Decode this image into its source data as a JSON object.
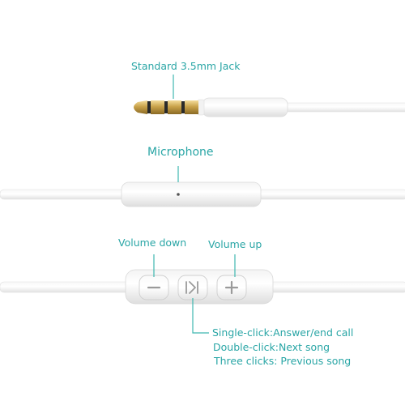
{
  "labels": {
    "jack": "Standard 3.5mm Jack",
    "microphone": "Microphone",
    "volume_down": "Volume down",
    "volume_up": "Volume up",
    "single_click": "Single-click:Answer/end call",
    "double_click": "Double-click:Next song",
    "three_clicks": "Three clicks: Previous song"
  },
  "colors": {
    "label_text": "#2aa6a6",
    "callout_line": "#3fb8b0",
    "cable": "#ffffff",
    "cable_shadow": "#dcdcdc",
    "gold": "#c9a24a"
  },
  "icons": {
    "volume_down": "minus-icon",
    "play_pause": "play-pause-icon",
    "volume_up": "plus-icon"
  }
}
